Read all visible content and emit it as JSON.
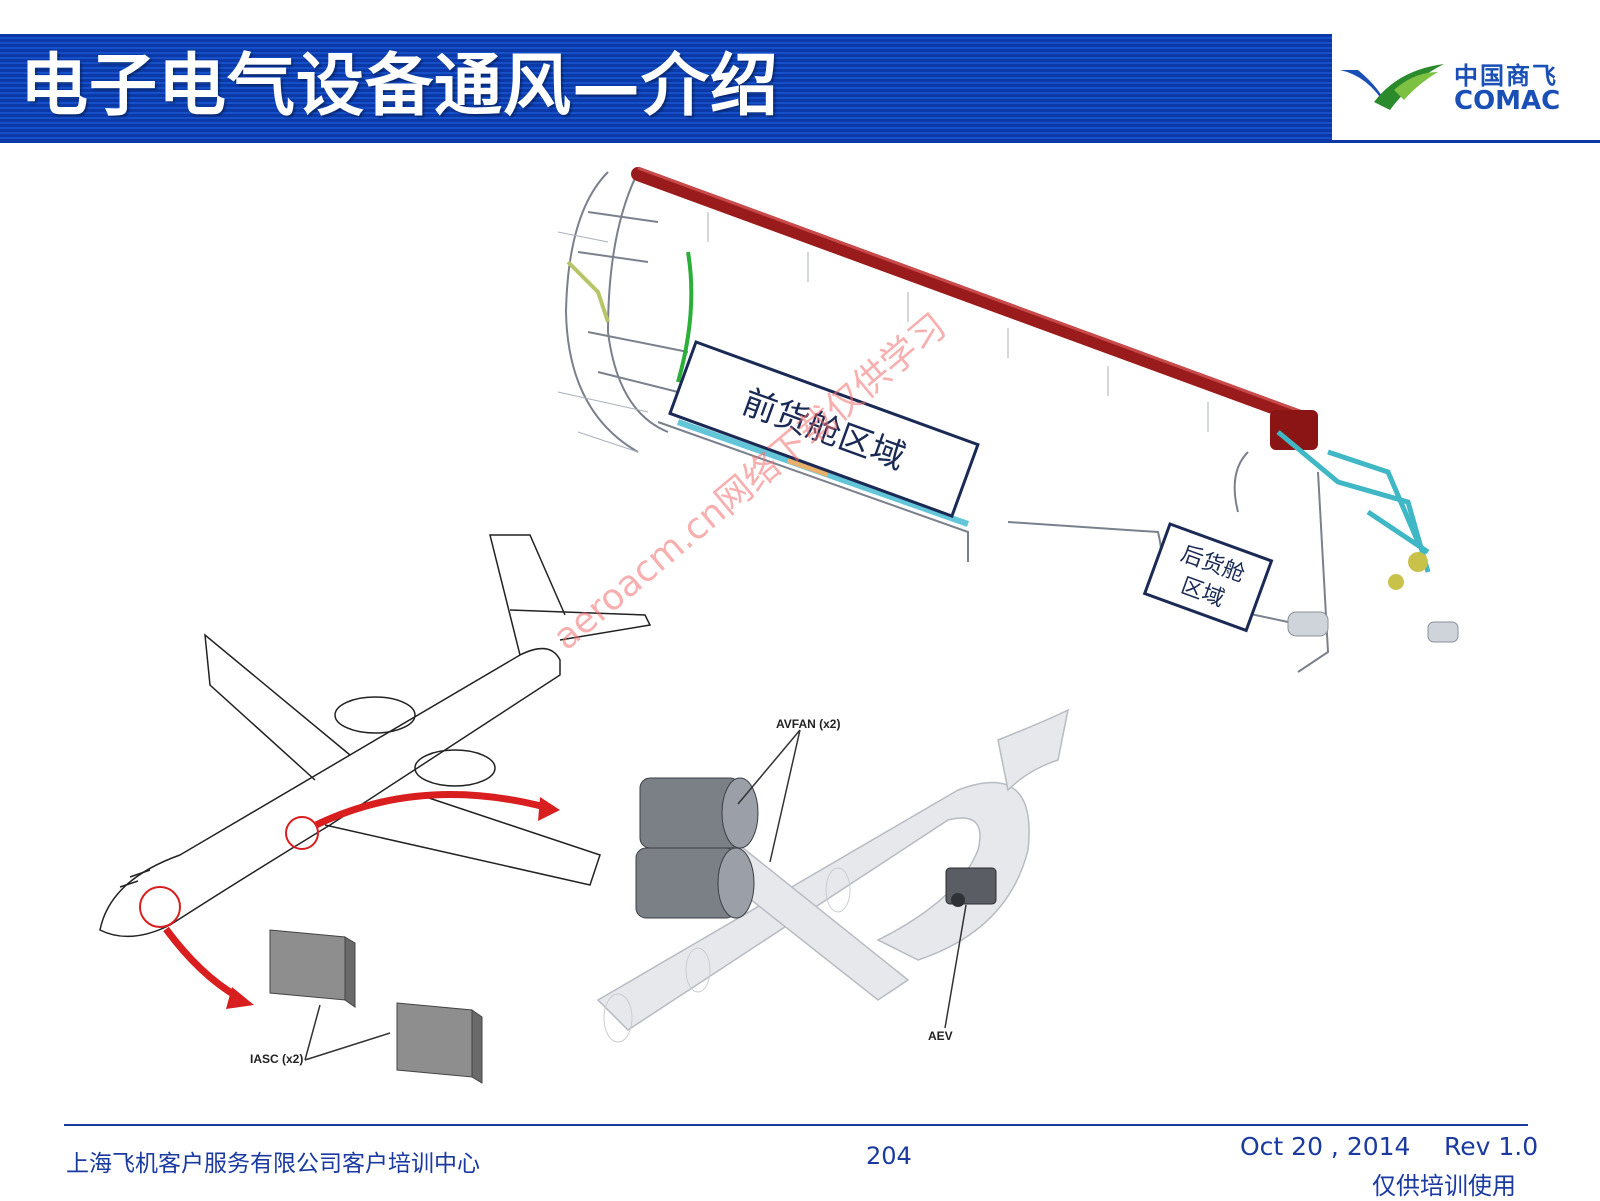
{
  "header": {
    "title": "电子电气设备通风—介绍",
    "logo_cn": "中国商飞",
    "logo_en": "COMAC"
  },
  "figure_duct": {
    "forward_region": "前货舱区域",
    "aft_region_line1": "后货舱",
    "aft_region_line2": "区域",
    "colors": {
      "upper_duct": "#9a1b1b",
      "lower_duct": "#62c6d8",
      "frame": "#555b66"
    }
  },
  "figure_aircraft": {
    "iasc_label": "IASC (x2)",
    "arrow_color": "#d81e1e"
  },
  "figure_fan": {
    "avfan_label": "AVFAN (x2)",
    "aev_label": "AEV"
  },
  "watermark": "aeroacm.cn网络下载仅供学习",
  "footer": {
    "company": "上海飞机客户服务有限公司客户培训中心",
    "page": "204",
    "date": "Oct 20 , 2014",
    "rev": "Rev 1.0",
    "note": "仅供培训使用"
  }
}
